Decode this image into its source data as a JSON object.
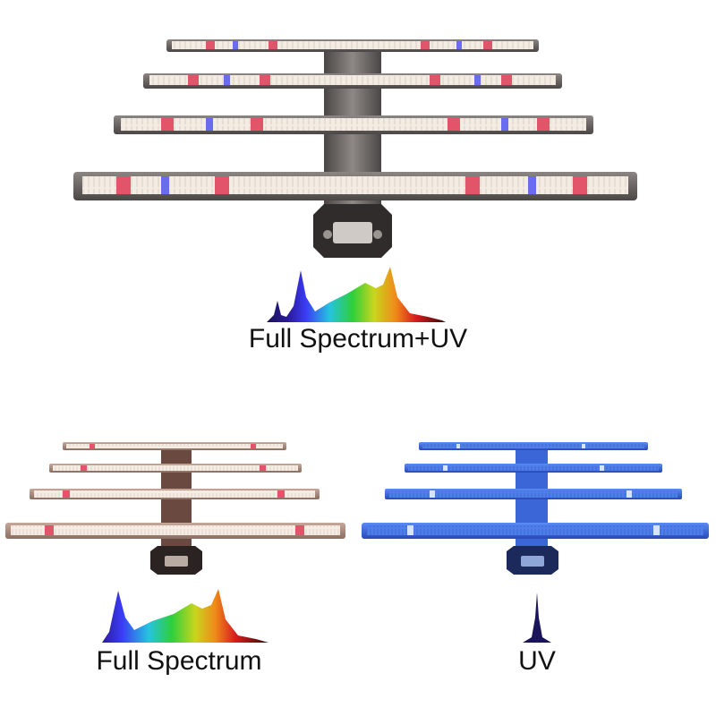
{
  "panels": [
    {
      "id": "full-spectrum-uv",
      "caption": "Full Spectrum+UV",
      "spectrum": "full-uv"
    },
    {
      "id": "full-spectrum",
      "caption": "Full Spectrum",
      "spectrum": "full"
    },
    {
      "id": "uv",
      "caption": "UV",
      "spectrum": "uv"
    }
  ],
  "colors": {
    "housing": "#6f6a68",
    "housing_dark": "#3d3a39",
    "led_warm": "#f6efe3",
    "led_red": "#e2546a",
    "led_blue": "#6a6cf0",
    "uv_housing": "#3f66d6",
    "uv_led": "#a9c7ff",
    "spectrum_uv_peak": "#1a1458"
  }
}
